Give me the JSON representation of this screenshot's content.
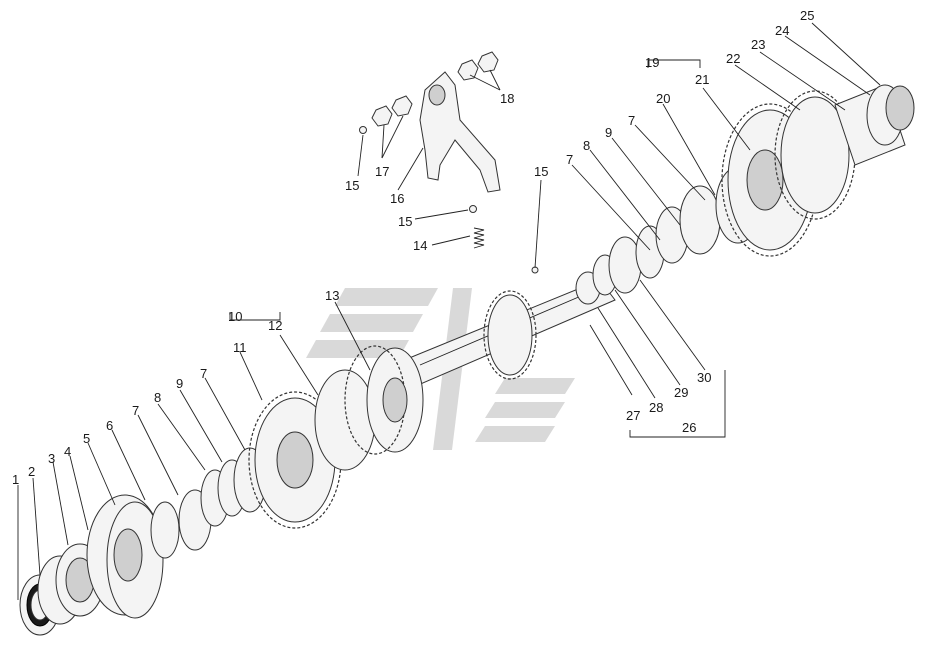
{
  "callouts": {
    "c1": "1",
    "c2": "2",
    "c3": "3",
    "c4": "4",
    "c5": "5",
    "c6": "6",
    "c7a": "7",
    "c7b": "7",
    "c7c": "7",
    "c7d": "7",
    "c8a": "8",
    "c8b": "8",
    "c9a": "9",
    "c9b": "9",
    "c10": "10",
    "c11": "11",
    "c12": "12",
    "c13": "13",
    "c14": "14",
    "c15a": "15",
    "c15b": "15",
    "c15c": "15",
    "c16": "16",
    "c17": "17",
    "c18": "18",
    "c19": "19",
    "c20": "20",
    "c21": "21",
    "c22": "22",
    "c23": "23",
    "c24": "24",
    "c25": "25",
    "c26": "26",
    "c27": "27",
    "c28": "28",
    "c29": "29",
    "c30": "30"
  },
  "colors": {
    "watermark": "#d9d9d9",
    "line": "#333333",
    "part_fill": "#f4f4f4",
    "part_shade": "#cfcfcf"
  }
}
